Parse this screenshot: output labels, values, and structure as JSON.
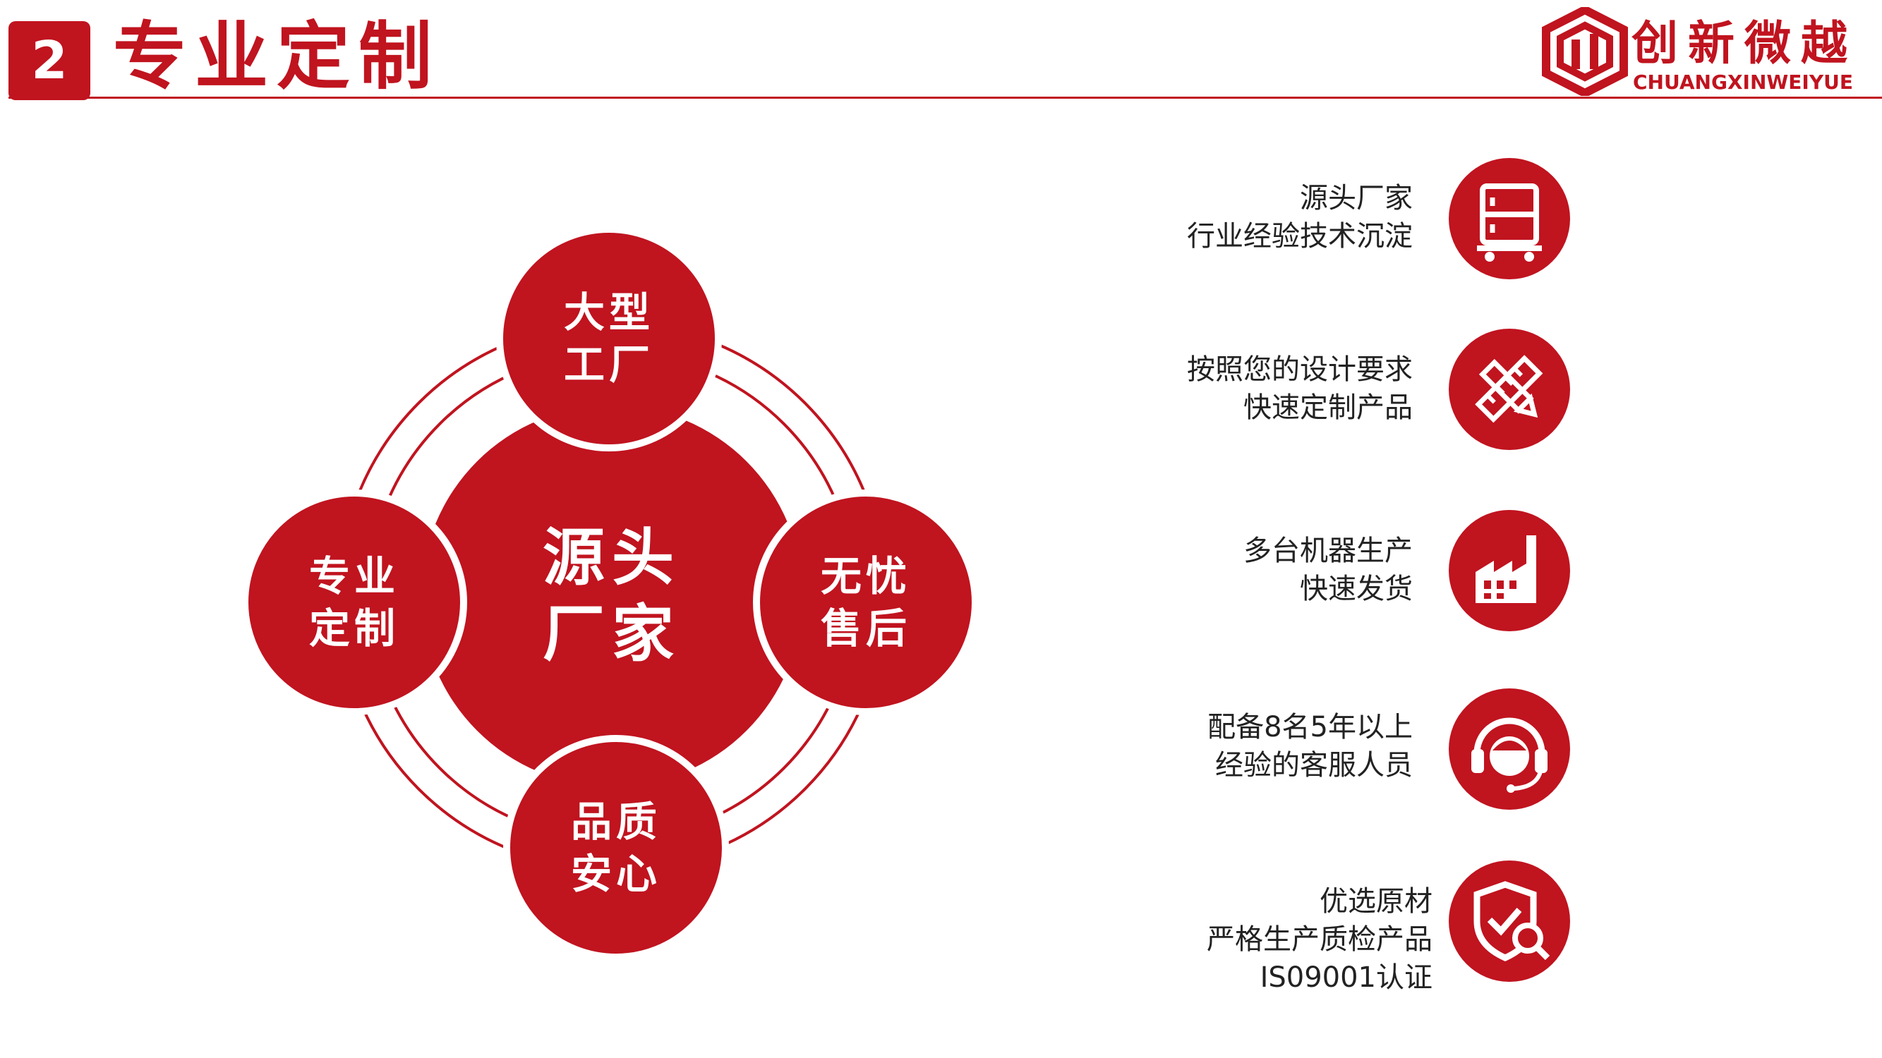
{
  "header": {
    "section_number": "2",
    "section_title": "专业定制",
    "accent_color": "#c0141f"
  },
  "logo": {
    "cn_name": "创新微越",
    "en_name": "CHUANGXINWEIYUE",
    "icon": "shield-logo-icon"
  },
  "diagram": {
    "center": [
      "源头",
      "厂家"
    ],
    "satellites": {
      "top": [
        "大型",
        "工厂"
      ],
      "left": [
        "专业",
        "定制"
      ],
      "right": [
        "无忧",
        "售后"
      ],
      "bottom": [
        "品质",
        "安心"
      ]
    }
  },
  "features": [
    {
      "lines": [
        "源头厂家",
        "行业经验技术沉淀"
      ],
      "icon": "cabinet-cart-icon"
    },
    {
      "lines": [
        "按照您的设计要求",
        "快速定制产品"
      ],
      "icon": "pencil-ruler-icon"
    },
    {
      "lines": [
        "多台机器生产",
        "快速发货"
      ],
      "icon": "factory-icon"
    },
    {
      "lines": [
        "配备8名5年以上",
        "经验的客服人员"
      ],
      "icon": "headset-agent-icon"
    },
    {
      "lines": [
        "优选原材",
        "严格生产质检产品",
        "IS09001认证"
      ],
      "icon": "shield-check-search-icon"
    }
  ]
}
